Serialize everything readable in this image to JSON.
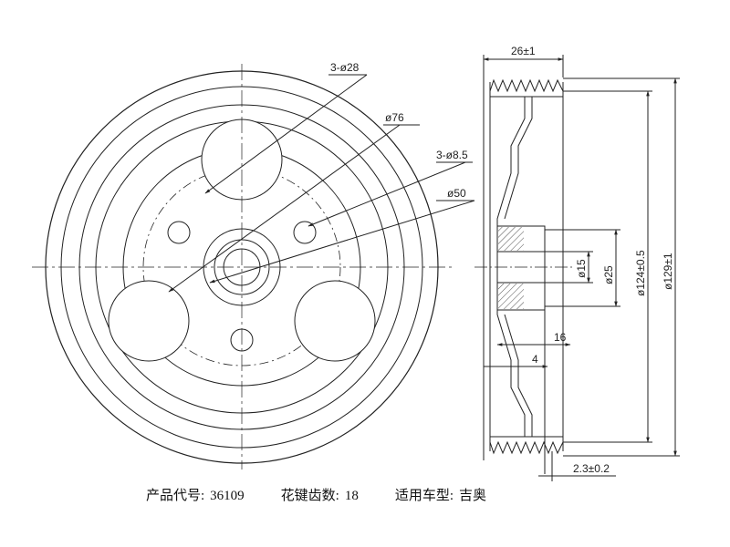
{
  "dimensions": {
    "holes_large": "3-ø28",
    "pcd": "ø76",
    "holes_small": "3-ø8.5",
    "hub": "ø50",
    "width": "26±1",
    "bore": "ø15",
    "boss": "ø25",
    "groove_dia": "ø124±0.5",
    "outer_dia": "ø129±1",
    "hub_len": "16",
    "offset": "4",
    "edge": "2.3±0.2"
  },
  "caption": {
    "product_label": "产品代号:",
    "product_value": "36109",
    "spline_label": "花键齿数:",
    "spline_value": "18",
    "model_label": "适用车型:",
    "model_value": "吉奥"
  }
}
